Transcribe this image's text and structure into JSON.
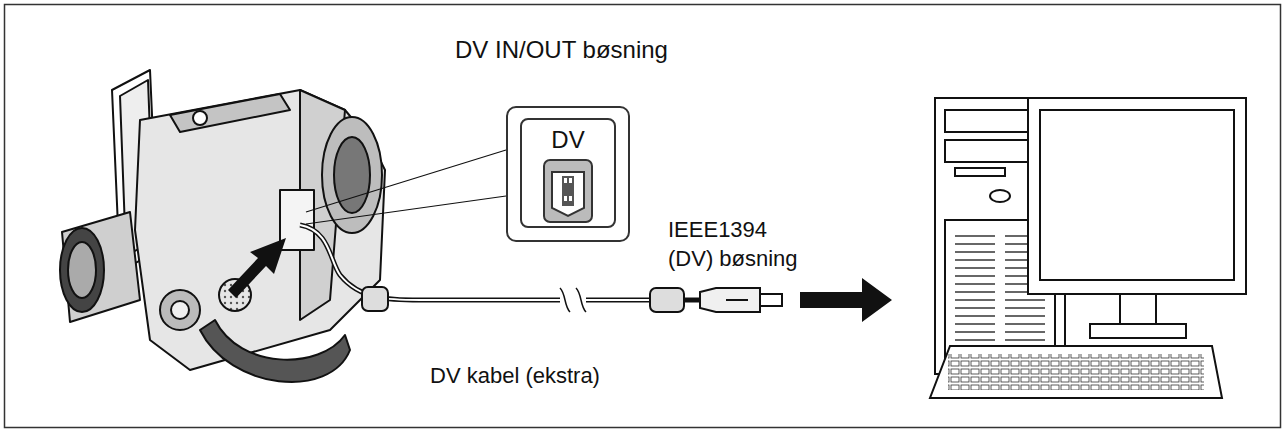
{
  "diagram": {
    "nodes": [
      {
        "text": [
          "DV"
        ]
      }
    ],
    "labels": [
      "DV IN/OUT bøsning",
      "IEEE1394 (DV) bøsning",
      "DV kabel (ekstra)"
    ]
  }
}
